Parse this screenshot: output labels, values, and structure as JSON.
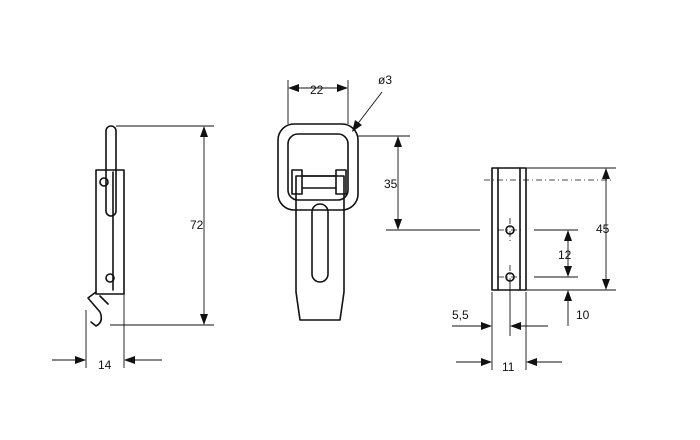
{
  "drawing": {
    "dimensions": {
      "height_side": "72",
      "width_side": "14",
      "bail_width": "22",
      "wire_diameter": "ø3",
      "bail_offset": "35",
      "keeper_height": "45",
      "hole_pitch": "12",
      "hole_offset": "10",
      "hole_center": "5,5",
      "keeper_width": "11"
    }
  }
}
